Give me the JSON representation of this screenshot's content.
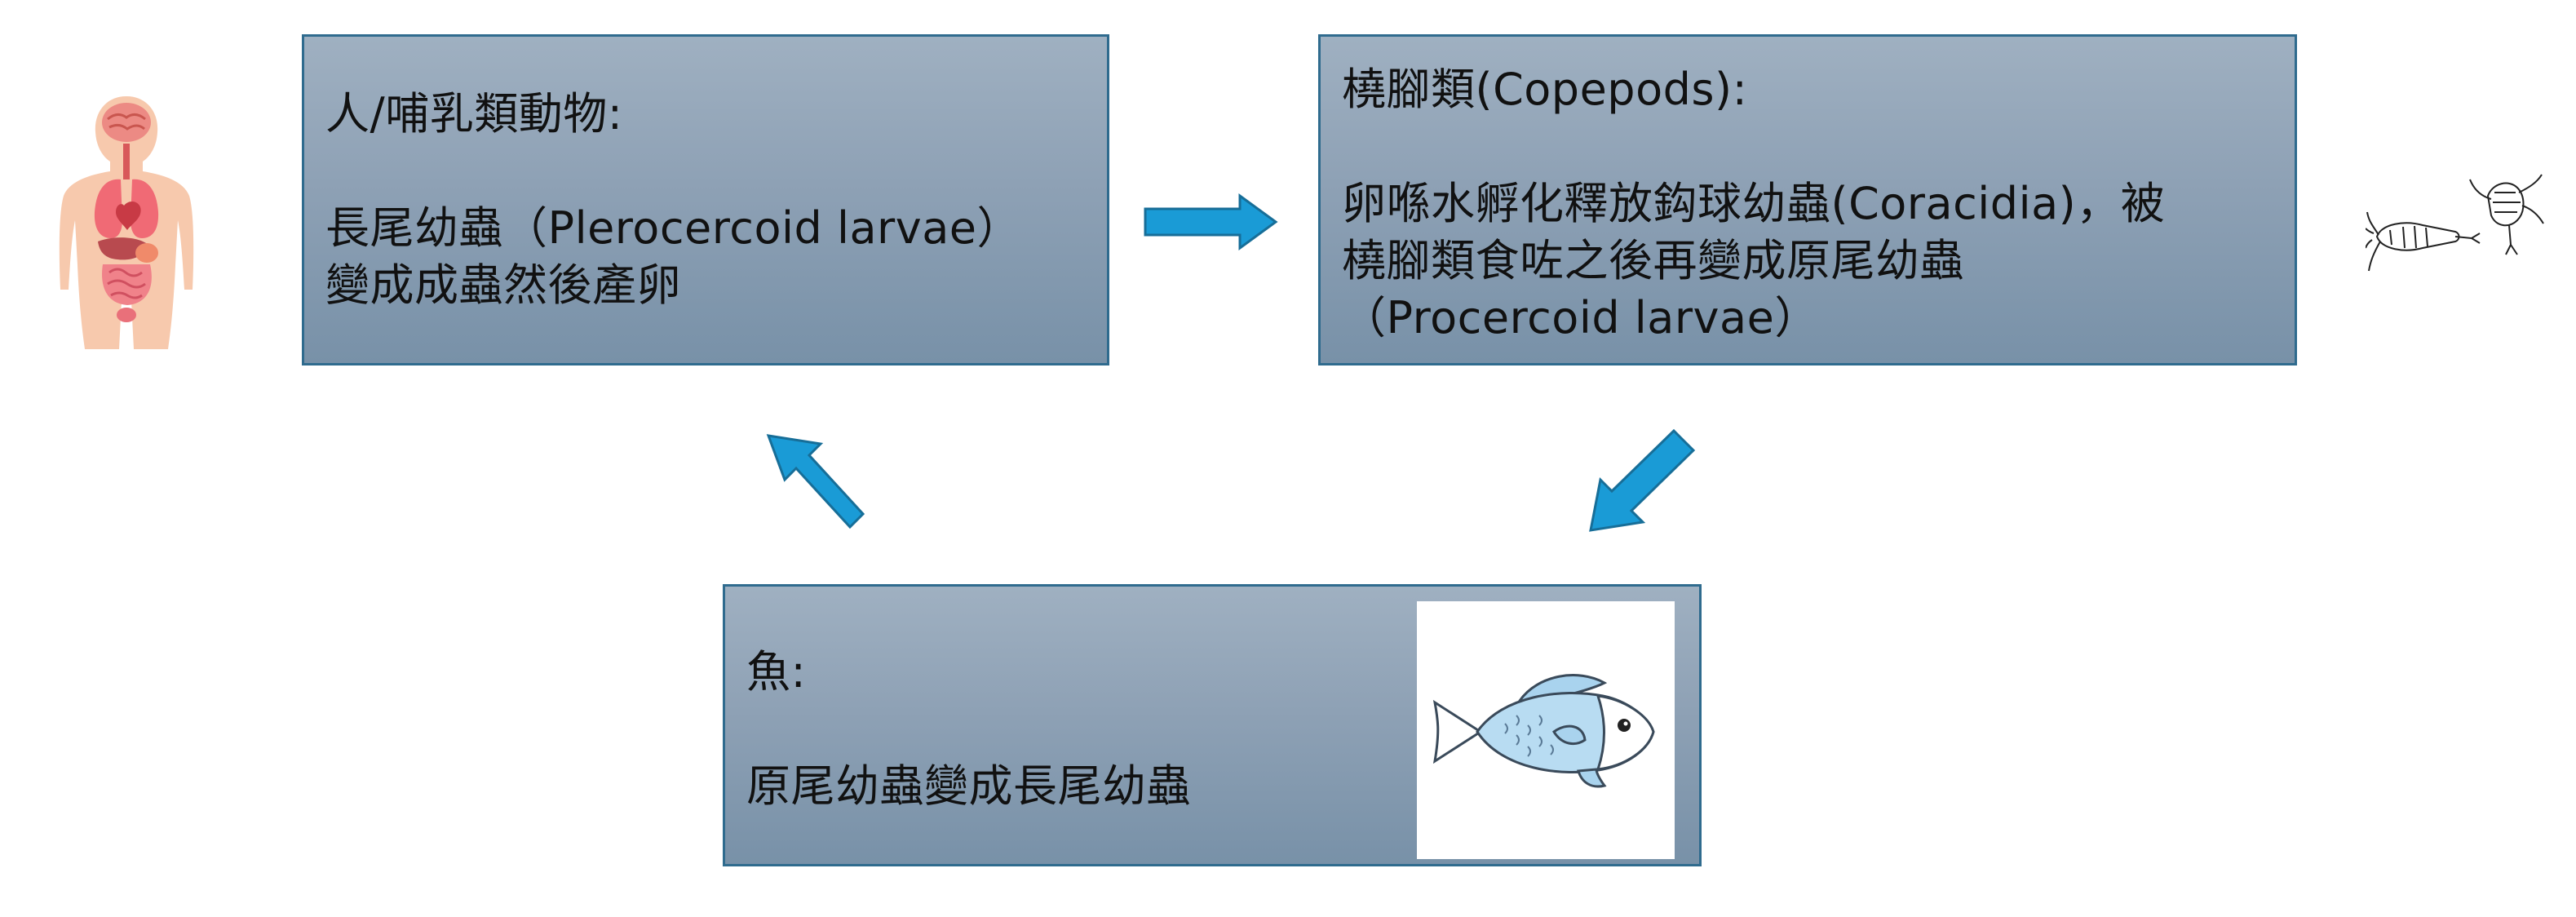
{
  "diagram": {
    "host_box": {
      "text": "人/哺乳類動物:\n\n長尾幼蟲（Plerocercoid larvae）\n變成成蟲然後產卵"
    },
    "copepod_box": {
      "text": "橈腳類(Copepods):\n\n卵喺水孵化釋放鈎球幼蟲(Coracidia)，被\n橈腳類食咗之後再變成原尾幼蟲\n（Procercoid larvae）"
    },
    "fish_box": {
      "text": "魚:\n\n原尾幼蟲變成長尾幼蟲"
    },
    "icons": [
      "human-body-icon",
      "copepod-icon",
      "fish-icon"
    ],
    "colors": {
      "arrow_fill": "#1a9bd6",
      "arrow_stroke": "#176e98",
      "box_border": "#2f6b8e",
      "box_gradient_top": "#9fb0c1",
      "box_gradient_bottom": "#7891a8"
    }
  }
}
